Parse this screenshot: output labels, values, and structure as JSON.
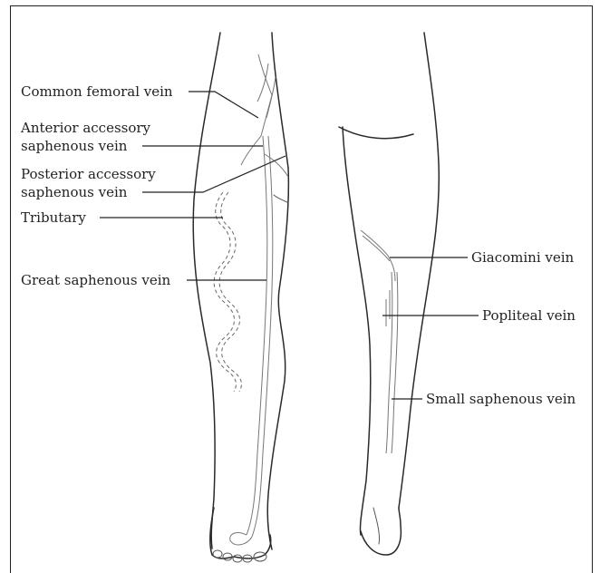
{
  "labels": {
    "common_femoral": "Common femoral vein",
    "anterior_accessory_1": "Anterior accessory",
    "anterior_accessory_2": "saphenous vein",
    "posterior_accessory_1": "Posterior accessory",
    "posterior_accessory_2": "saphenous vein",
    "tributary": "Tributary",
    "great_saphenous": "Great saphenous vein",
    "giacomini": "Giacomini vein",
    "popliteal": "Popliteal vein",
    "small_saphenous": "Small saphenous vein"
  }
}
